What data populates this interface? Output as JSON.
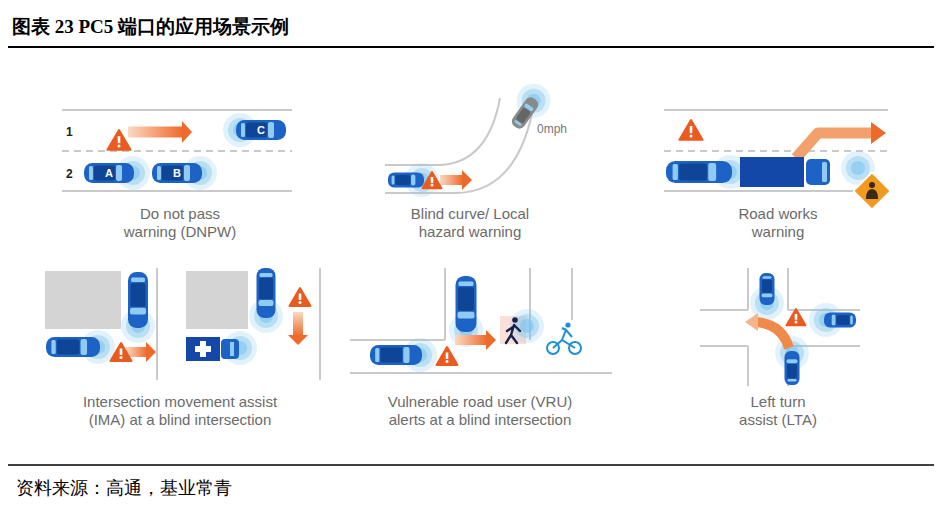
{
  "diagram": {
    "title": "图表 23 PC5 端口的应用场景示例",
    "caption": "资料来源：高通，基业常青",
    "nodes": [
      {
        "text": [
          "A"
        ]
      },
      {
        "text": [
          "B"
        ]
      },
      {
        "text": [
          "C"
        ]
      }
    ],
    "labels": [
      "1",
      "2",
      "0mph",
      "Do not pass warning (DNPW)",
      "Blind curve/ Local hazard warning",
      "Road works warning",
      "Intersection movement assist (IMA) at a blind intersection",
      "Vulnerable road user (VRU) alerts at a blind intersection",
      "Left turn assist (LTA)"
    ]
  }
}
